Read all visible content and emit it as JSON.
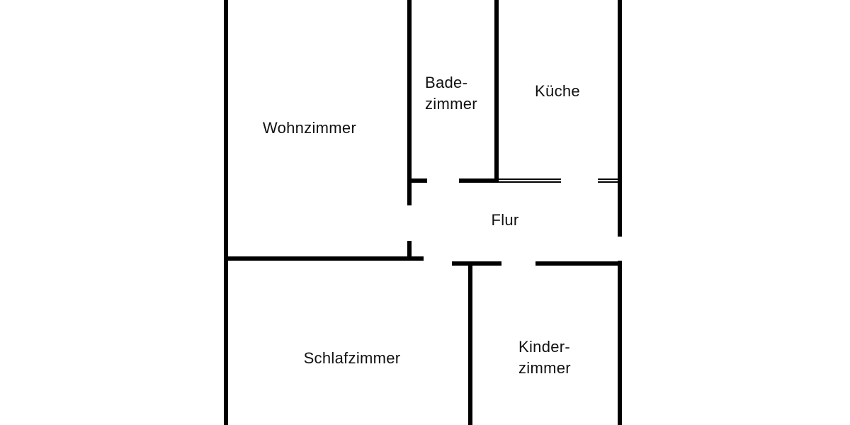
{
  "diagram": {
    "type": "floor-plan",
    "description": "Apartment floor plan with German room labels, black walls on white background, cropped at top and bottom edges",
    "colors": {
      "background": "#ffffff",
      "wall": "#000000",
      "text": "#111111"
    },
    "rooms": [
      {
        "id": "wohnzimmer",
        "label": "Wohnzimmer"
      },
      {
        "id": "badezimmer",
        "label_line1": "Bade-",
        "label_line2": "zimmer"
      },
      {
        "id": "kueche",
        "label": "Küche"
      },
      {
        "id": "flur",
        "label": "Flur"
      },
      {
        "id": "schlafzimmer",
        "label": "Schlafzimmer"
      },
      {
        "id": "kinderzimmer",
        "label_line1": "Kinder-",
        "label_line2": "zimmer"
      }
    ]
  }
}
